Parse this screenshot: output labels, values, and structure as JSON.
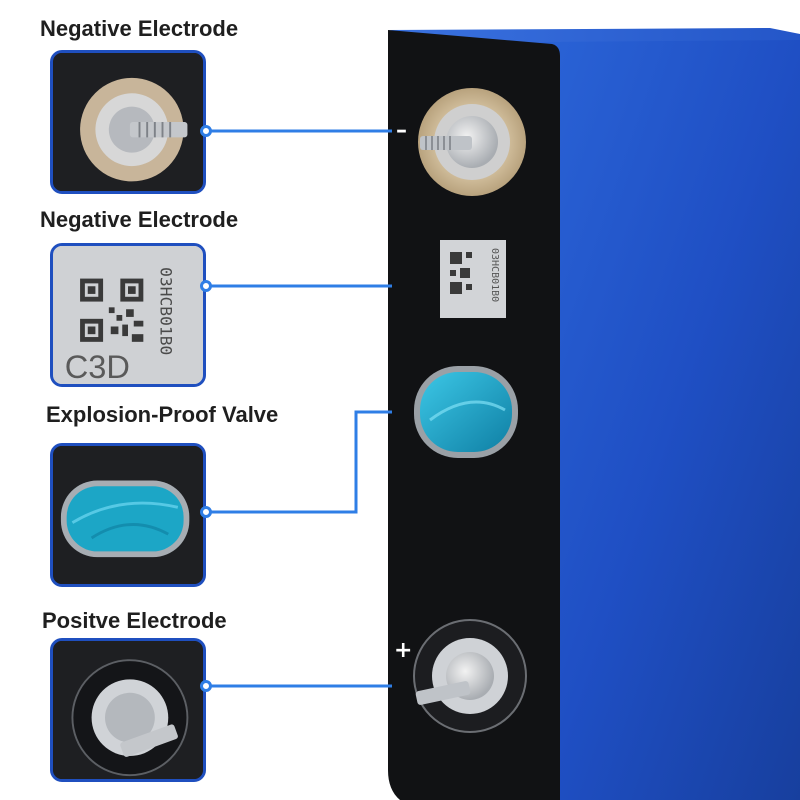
{
  "callouts": [
    {
      "label": "Negative Electrode"
    },
    {
      "label": "Negative Electrode"
    },
    {
      "label": "Explosion-Proof Valve"
    },
    {
      "label": "Positve Electrode"
    }
  ],
  "label_text": {
    "code_line": "03HCB01B0",
    "code_line_short": "03HCB01B0",
    "logo_text": "C3D"
  },
  "terminal_signs": {
    "negative": "–",
    "positive": "+"
  },
  "colors": {
    "battery_blue": "#1f4fbf",
    "cap_black": "#111214",
    "valve_cyan": "#1aa3c4",
    "callout_line": "#2f7ee6"
  }
}
